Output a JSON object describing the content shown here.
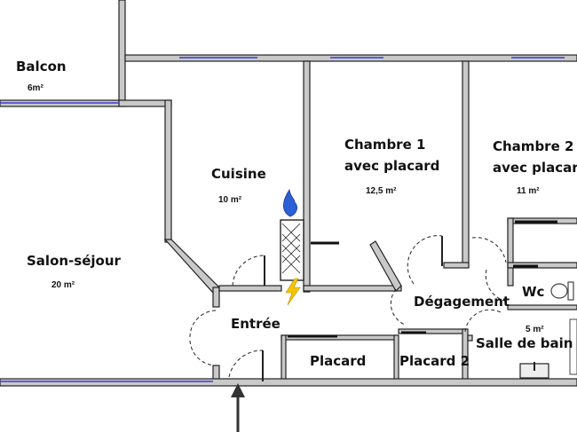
{
  "rooms": {
    "balcon": {
      "name": "Balcon",
      "area": "6m²"
    },
    "salon": {
      "name": "Salon-séjour",
      "area": "20 m²"
    },
    "cuisine": {
      "name": "Cuisine",
      "area": "10 m²"
    },
    "chambre1": {
      "name_line1": "Chambre 1",
      "name_line2": "avec placard",
      "area": "12,5 m²"
    },
    "chambre2": {
      "name_line1": "Chambre 2",
      "name_line2": "avec placard",
      "area": "11 m²"
    },
    "entree": {
      "name": "Entrée"
    },
    "degagement": {
      "name": "Dégagement"
    },
    "wc": {
      "name": "Wc"
    },
    "sdb": {
      "name": "Salle de bain",
      "area": "5 m²"
    },
    "placard": {
      "name": "Placard"
    },
    "placard2": {
      "name": "Placard 2"
    }
  },
  "colors": {
    "wall_fill": "#c9c9c9",
    "wall_stroke": "#222222",
    "window": "#3b3bd6",
    "gas_flame": "#2d5fd6",
    "electric_bolt": "#f5c400"
  },
  "icons": [
    "gas-flame-icon",
    "electric-bolt-icon",
    "entrance-arrow-icon",
    "toilet-icon",
    "sink-icon",
    "bathtub-icon"
  ]
}
